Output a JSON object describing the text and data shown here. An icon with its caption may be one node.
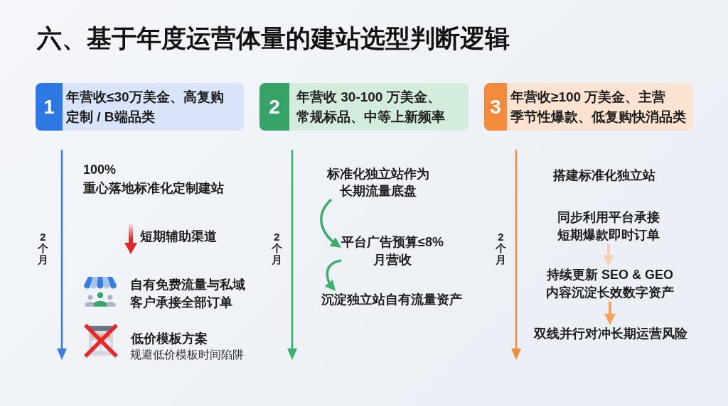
{
  "diagram": {
    "title": "六、基于年度运营体量的建站选型判断逻辑",
    "nodes": [
      {
        "text": [
          "1",
          "年营收≤30万美金、高复购定制 / B端品类"
        ]
      },
      {
        "text": [
          "2",
          "年营收 30-100 万美金、常规标品、中等上新频率"
        ]
      },
      {
        "text": [
          "3",
          "年营收≥100 万美金、主营季节性爆款、低复购快消品类"
        ]
      },
      {
        "text": [
          "标准化独立站作为长期流量底盘"
        ]
      },
      {
        "text": [
          "平台广告预算≤8%月营收"
        ]
      },
      {
        "text": [
          "沉淀独立站自有流量资产"
        ]
      },
      {
        "text": [
          "同步利用平台承接短期爆款即时订单"
        ]
      },
      {
        "text": [
          "持续更新 SEO & GEO内容沉淀长效数字资产"
        ]
      },
      {
        "text": [
          "双线并行对冲长期运营风险"
        ]
      }
    ],
    "edges": [
      {
        "from": 3,
        "to": 4,
        "arrow": "to",
        "color": "#3dae6e"
      },
      {
        "from": 4,
        "to": 5,
        "arrow": "to",
        "color": "#3dae6e"
      },
      {
        "from": 6,
        "to": 7,
        "arrow": "to",
        "color": "#f7d2b6"
      },
      {
        "from": 7,
        "to": 8,
        "arrow": "to",
        "color": "#f4a25c"
      }
    ],
    "labels": [
      "2个月",
      "100%",
      "重心落地标准化定制建站",
      "短期辅助渠道",
      "自有免费流量与私域客户承接全部订单",
      "低价模板方案",
      "规避低价模板时间陷阱",
      "2个月",
      "2个月",
      "搭建标准化独立站"
    ]
  }
}
